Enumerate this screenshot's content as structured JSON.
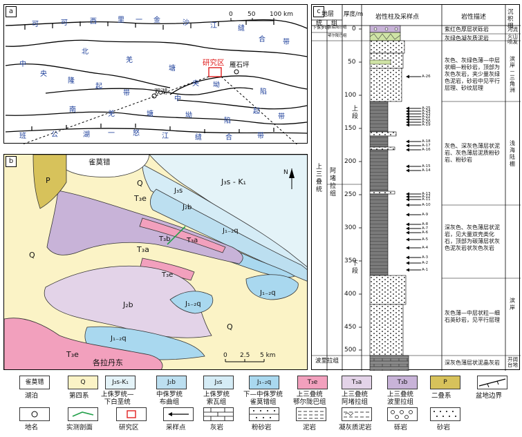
{
  "panel_a": {
    "label": "a",
    "scale": {
      "t0": "0",
      "t1": "50",
      "t2": "100 km"
    },
    "belt_top": [
      "可",
      "可",
      "西",
      "里",
      "一",
      "金",
      "沙",
      "江",
      "缝",
      "合",
      "带"
    ],
    "qiangtang_north": [
      "北",
      "羌",
      "塘"
    ],
    "central_uplift": [
      "中",
      "央",
      "隆",
      "起",
      "带"
    ],
    "belt_mid": [
      "中",
      "央",
      "坳",
      "陷"
    ],
    "qiangtang_south": [
      "南",
      "羌",
      "塘",
      "坳",
      "陷",
      "起",
      "带"
    ],
    "belt_bot": [
      "班",
      "公",
      "湖",
      "一",
      "怒",
      "江",
      "缝",
      "合",
      "带"
    ],
    "study_area": "研究区",
    "place1": "雁石坪",
    "place2": "双湖"
  },
  "panel_b": {
    "label": "b",
    "lake": "雀莫错",
    "place": "各拉丹东",
    "units": {
      "P": "P",
      "Q": "Q",
      "T3e": "T₃e",
      "T3a": "T₃a",
      "T3b": "T₃b",
      "J12q": "J₁₋₂q",
      "J2b": "J₂b",
      "J3s": "J₃s",
      "J3sK1": "J₃s - K₁"
    },
    "north": "N",
    "scale": {
      "t0": "0",
      "t1": "2.5",
      "t2": "5 km"
    }
  },
  "panel_c": {
    "label": "c",
    "headers": {
      "stratum": "地层",
      "system": "统",
      "group": "组",
      "thickness": "厚度/m",
      "column": "岩性柱及采样点",
      "desc": "岩性描述",
      "env": "沉积相"
    },
    "depth_ticks": [
      "0",
      "50",
      "100",
      "150",
      "200",
      "250",
      "300",
      "350",
      "400",
      "450",
      "500"
    ],
    "strat": {
      "j3": "下侏罗统",
      "j3_group": "那底岗日组",
      "t3": "上三叠统",
      "t3_group_top": "鄂尔陇巴组",
      "t3_group_a": "阿堵拉组",
      "upper": "上段",
      "lower": "下段",
      "bottom_group": "波里拉组"
    },
    "samples": [
      "A-26",
      "A-25",
      "A-24",
      "A-23",
      "A-22",
      "A-21",
      "A-20",
      "A-19",
      "A-18",
      "A-17",
      "A-16",
      "A-15",
      "A-14",
      "A-13",
      "A-12",
      "A-11",
      "A-10",
      "A-9",
      "A-8",
      "A-7",
      "A-6",
      "A-5",
      "A-4",
      "A-3",
      "A-2",
      "A-1"
    ],
    "descriptions": [
      "紫红色厚层状砾岩",
      "灰绿色凝灰质泥岩",
      "灰色、灰绿色薄—中层状细—粉砂岩，顶部为灰色灰岩，夹少量灰绿色泥岩，砂岩中见平行层理、砂纹层理",
      "灰色、深灰色薄层状泥岩、灰色薄层泥质粉砂岩、粉砂岩",
      "深灰色、灰色薄层状泥岩，见大量双壳类化石，顶部为碳薄层状灰色泥灰岩状灰色灰岩",
      "灰色薄—中层状粒—细石英砂岩，见平行层理",
      "深灰色薄层状泥晶灰岩"
    ],
    "environments": [
      "河流",
      "火山喷发",
      "滨岸－三角洲",
      "浅海陆棚",
      "滨岸",
      "开阔台地"
    ]
  },
  "legend": [
    {
      "sym": "雀莫错",
      "label": "湖泊",
      "color": "#ffffff"
    },
    {
      "sym": "Q",
      "label": "第四系",
      "color": "#fbf3c6"
    },
    {
      "sym": "J₃s-K₁",
      "label": "上侏罗统—\n下白垩统",
      "color": "#e4f3f8"
    },
    {
      "sym": "J₂b",
      "label": "中侏罗统\n布曲组",
      "color": "#bcdff0"
    },
    {
      "sym": "J₃s",
      "label": "上侏罗统\n索瓦组",
      "color": "#d5ecf6"
    },
    {
      "sym": "J₁₋₂q",
      "label": "下—中侏罗统\n雀莫错组",
      "color": "#a9d8ef"
    },
    {
      "sym": "T₃e",
      "label": "上三叠统\n鄂尔陇巴组",
      "color": "#f2a0bd"
    },
    {
      "sym": "T₃a",
      "label": "上三叠统\n阿堵拉组",
      "color": "#e3d3e8"
    },
    {
      "sym": "T₃b",
      "label": "上三叠统\n波里拉组",
      "color": "#c8b3d8"
    },
    {
      "sym": "P",
      "label": "二叠系",
      "color": "#d7c25b"
    },
    {
      "sym": "",
      "label": "盆地边界",
      "color": "#ffffff"
    },
    {
      "sym": "",
      "label": "地名",
      "color": "#ffffff"
    },
    {
      "sym": "",
      "label": "实测剖面",
      "color": "#ffffff"
    },
    {
      "sym": "",
      "label": "研究区",
      "color": "#ffffff"
    },
    {
      "sym": "",
      "label": "采样点",
      "color": "#ffffff"
    },
    {
      "sym": "",
      "label": "灰岩",
      "color": "#ffffff"
    },
    {
      "sym": "",
      "label": "粉砂岩",
      "color": "#ffffff"
    },
    {
      "sym": "",
      "label": "泥岩",
      "color": "#ffffff"
    },
    {
      "sym": "",
      "label": "凝灰质泥岩",
      "color": "#ffffff"
    },
    {
      "sym": "",
      "label": "砾岩",
      "color": "#ffffff"
    },
    {
      "sym": "",
      "label": "砂岩",
      "color": "#ffffff"
    }
  ]
}
